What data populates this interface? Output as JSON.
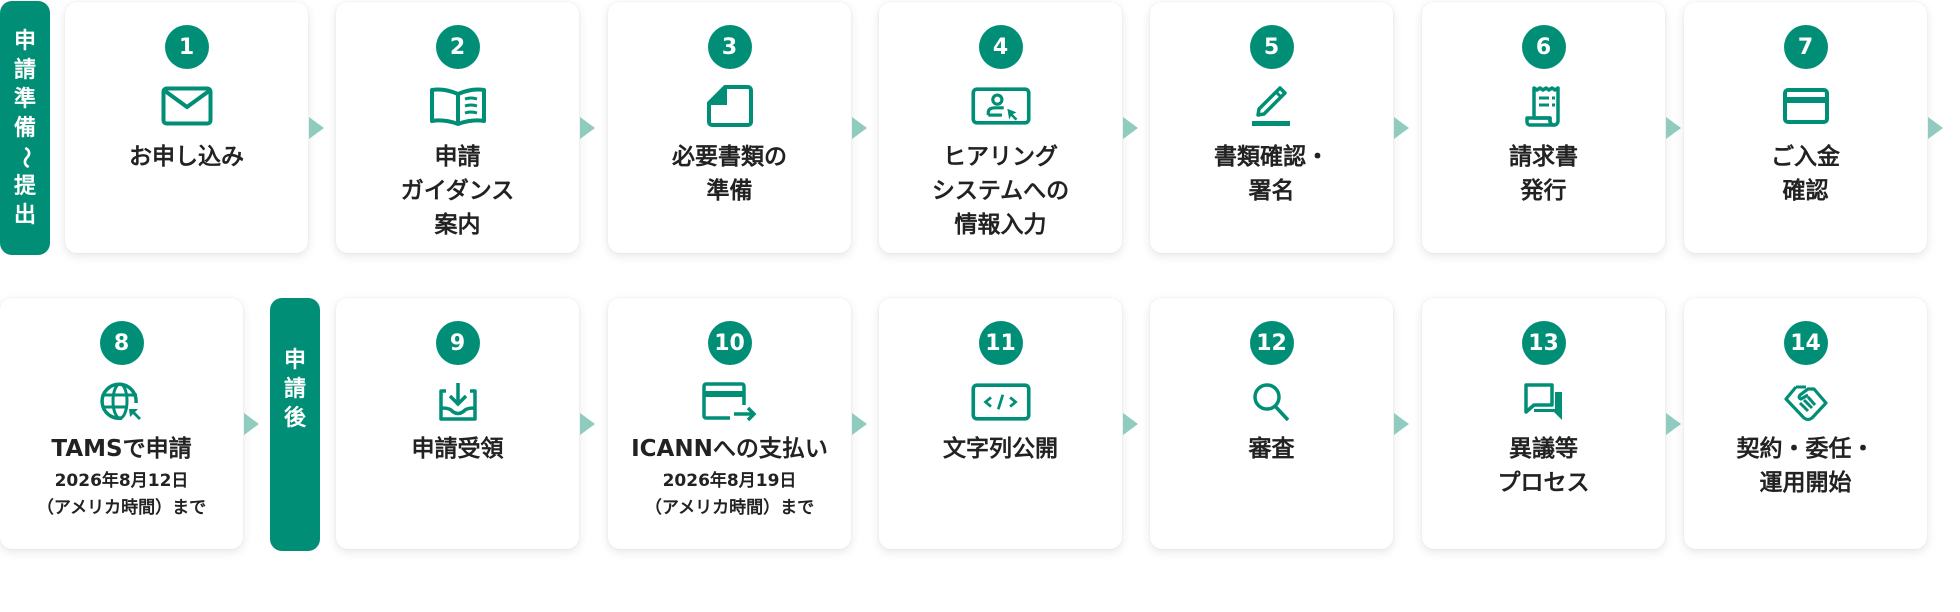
{
  "colors": {
    "accent": "#008f76",
    "arrow": "#8fcbbe",
    "card_bg": "#ffffff",
    "text": "#222222"
  },
  "phases": [
    {
      "id": "pre",
      "chars": [
        "申",
        "請",
        "準",
        "備",
        "〜",
        "提",
        "出"
      ],
      "label": "申請準備〜提出"
    },
    {
      "id": "post",
      "chars": [
        "申",
        "請",
        "後"
      ],
      "label": "申請後"
    }
  ],
  "steps": [
    {
      "number": "1",
      "icon": "envelope-icon",
      "title_lines": [
        "お申し込み"
      ],
      "sub_lines": []
    },
    {
      "number": "2",
      "icon": "open-book-icon",
      "title_lines": [
        "申請",
        "ガイダンス",
        "案内"
      ],
      "sub_lines": []
    },
    {
      "number": "3",
      "icon": "document-fold-icon",
      "title_lines": [
        "必要書類の",
        "準備"
      ],
      "sub_lines": []
    },
    {
      "number": "4",
      "icon": "online-form-user-icon",
      "title_lines": [
        "ヒアリング",
        "システムへの",
        "情報入力"
      ],
      "sub_lines": []
    },
    {
      "number": "5",
      "icon": "pen-sign-icon",
      "title_lines": [
        "書類確認・",
        "署名"
      ],
      "sub_lines": []
    },
    {
      "number": "6",
      "icon": "receipt-icon",
      "title_lines": [
        "請求書",
        "発行"
      ],
      "sub_lines": []
    },
    {
      "number": "7",
      "icon": "credit-card-icon",
      "title_lines": [
        "ご入金",
        "確認"
      ],
      "sub_lines": []
    },
    {
      "number": "8",
      "icon": "globe-cursor-icon",
      "title_lines": [
        "TAMSで申請"
      ],
      "sub_lines": [
        "2026年8月12日",
        "（アメリカ時間）まで"
      ]
    },
    {
      "number": "9",
      "icon": "inbox-download-icon",
      "title_lines": [
        "申請受領"
      ],
      "sub_lines": []
    },
    {
      "number": "10",
      "icon": "card-payment-icon",
      "title_lines": [
        "ICANNへの支払い"
      ],
      "sub_lines": [
        "2026年8月19日",
        "（アメリカ時間）まで"
      ]
    },
    {
      "number": "11",
      "icon": "code-window-icon",
      "title_lines": [
        "文字列公開"
      ],
      "sub_lines": []
    },
    {
      "number": "12",
      "icon": "search-icon",
      "title_lines": [
        "審査"
      ],
      "sub_lines": []
    },
    {
      "number": "13",
      "icon": "chat-bubbles-icon",
      "title_lines": [
        "異議等",
        "プロセス"
      ],
      "sub_lines": []
    },
    {
      "number": "14",
      "icon": "handshake-icon",
      "title_lines": [
        "契約・委任・",
        "運用開始"
      ],
      "sub_lines": []
    }
  ]
}
